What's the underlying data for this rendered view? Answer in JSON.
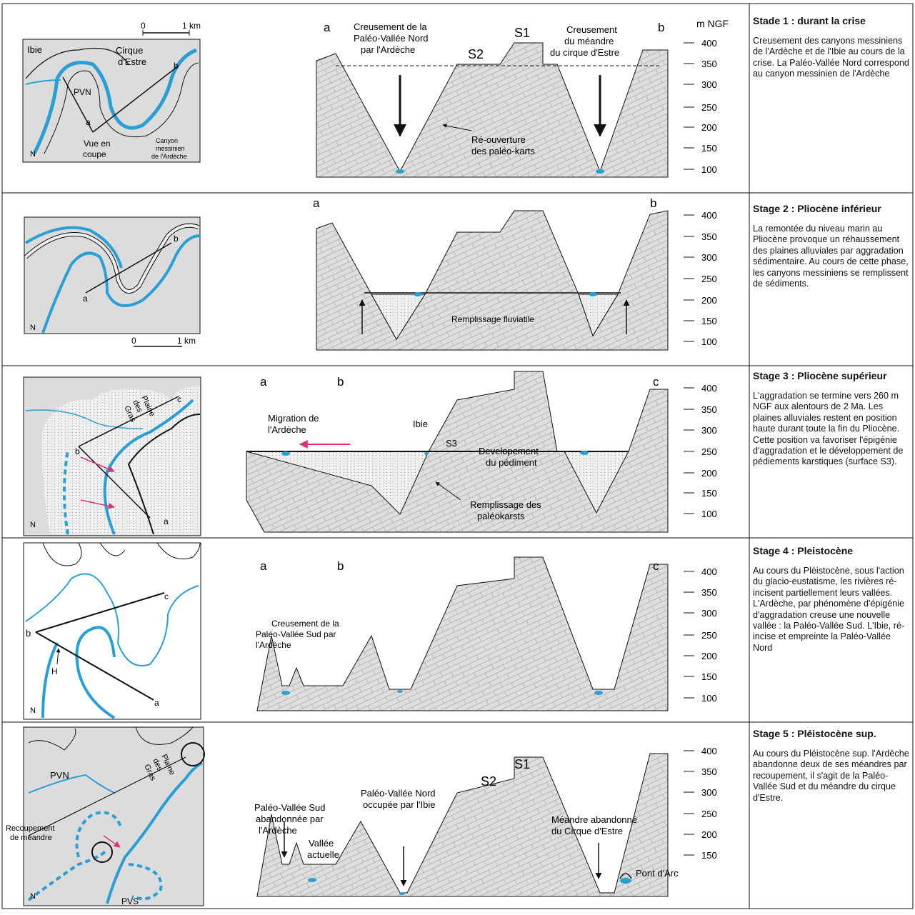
{
  "stages": [
    {
      "title": "Stade 1 : durant la crise",
      "description": "Creusement des canyons messiniens de l'Ardèche et de l'Ibie au cours de la crise. La Paléo-Vallée Nord correspond au canyon messinien de l'Ardèche",
      "section_ends": [
        "a",
        "b"
      ],
      "map_labels": {
        "scale": [
          "0",
          "1 km"
        ],
        "ibie": "Ibie",
        "cirque": [
          "Cirque",
          "d'Estre"
        ],
        "pvn": "PVN",
        "a": "a",
        "b": "b",
        "vue": [
          "Vue en",
          "coupe"
        ],
        "canyon": [
          "Canyon",
          "messinien",
          "de l'Ardèche"
        ],
        "north": "N"
      },
      "section_labels": {
        "creusement_left": [
          "Creusement de la",
          "Paléo-Vallée Nord",
          "par l'Ardèche"
        ],
        "creusement_right": [
          "Creusement",
          "du méandre",
          "du cirque d'Estre"
        ],
        "s1": "S1",
        "s2": "S2",
        "reouverture": [
          "Ré-ouverture",
          "des paléo-karts"
        ]
      },
      "axis_unit": "m NGF",
      "axis_ticks": [
        "400",
        "350",
        "300",
        "250",
        "200",
        "150",
        "100"
      ]
    },
    {
      "title": "Stage 2 : Pliocène inférieur",
      "description": "La remontée du niveau marin au Pliocène provoque un réhaussement des plaines alluviales par aggradation sédimentaire. Au cours de cette phase, les canyons messiniens se remplissent de sédiments.",
      "section_ends": [
        "a",
        "b"
      ],
      "map_labels": {
        "a": "a",
        "b": "b",
        "scale": [
          "0",
          "1 km"
        ],
        "north": "N"
      },
      "section_labels": {
        "remplissage": "Remplissage fluviatile"
      },
      "axis_ticks": [
        "400",
        "350",
        "300",
        "250",
        "200",
        "150",
        "100"
      ]
    },
    {
      "title": "Stage 3 : Pliocène supérieur",
      "description": "L'aggradation se termine vers 260 m NGF aux alentours de 2 Ma. Les plaines alluviales restent en position haute durant toute la fin du Pliocène. Cette position va favoriser l'épigénie d'aggradation et le développement de pédiements karstiques (surface S3).",
      "section_ends": [
        "a",
        "b",
        "c"
      ],
      "map_labels": {
        "plaine": [
          "Plaine",
          "des",
          "Gras"
        ],
        "a": "a",
        "b": "b",
        "c": "c",
        "north": "N"
      },
      "section_labels": {
        "migration": [
          "Migration de",
          "l'Ardèche"
        ],
        "ibie": "Ibie",
        "s3": "S3",
        "developement": [
          "Developement",
          "du pédiment"
        ],
        "remplissage": [
          "Remplissage des",
          "paléokarsts"
        ]
      },
      "axis_ticks": [
        "400",
        "350",
        "300",
        "250",
        "200",
        "150",
        "100"
      ]
    },
    {
      "title": "Stage 4 :  Pleistocène",
      "description": "Au cours du Pléistocène, sous l'action du glacio-eustatisme, les rivières ré-incisent partiellement leurs vallées. L'Ardèche, par phénomène d'épigénie d'aggradation creuse une nouvelle vallée : la Paléo-Vallée Sud. L'Ibie, ré-incise et empreinte la Paléo-Vallée Nord",
      "section_ends": [
        "a",
        "b",
        "c"
      ],
      "map_labels": {
        "a": "a",
        "b": "b",
        "c": "c",
        "h": "H",
        "north": "N"
      },
      "section_labels": {
        "creusement": [
          "Creusement de la",
          "Paléo-Vallée Sud par",
          "l'Ardèche"
        ]
      },
      "axis_ticks": [
        "400",
        "350",
        "300",
        "250",
        "200",
        "150",
        "100"
      ]
    },
    {
      "title": "Stage 5 : Pléistocène sup.",
      "description": "Au cours du Pléistocène sup. l'Ardèche abandonne deux de ses méandres par recoupement, il s'agit de la Paléo-Vallée Sud et du méandre du cirque d'Estre.",
      "map_labels": {
        "pvn": "PVN",
        "pvs": "PVS",
        "plaine": [
          "Plaine",
          "des",
          "Gras"
        ],
        "recoupement": [
          "Recoupement",
          "de méandre"
        ],
        "north": "N"
      },
      "section_labels": {
        "s1": "S1",
        "s2": "S2",
        "pvs_ab": [
          "Paléo-Vallée Sud",
          "abandonnée par",
          "l'Ardèche"
        ],
        "pvn_oc": [
          "Paléo-Vallée Nord",
          "occupée par l'Ibie"
        ],
        "vallee": [
          "Vallée",
          "actuelle"
        ],
        "meandre": [
          "Méandre abandonné",
          "du Cirque d'Estre"
        ],
        "pont": "Pont d'Arc"
      },
      "axis_ticks": [
        "400",
        "350",
        "300",
        "250",
        "200",
        "150"
      ]
    }
  ],
  "colors": {
    "river": "#2a9fd6",
    "terrain": "#dcdcdc",
    "grid": "#9a9a9a",
    "arrow_pink": "#e0307a",
    "line": "#111111"
  }
}
